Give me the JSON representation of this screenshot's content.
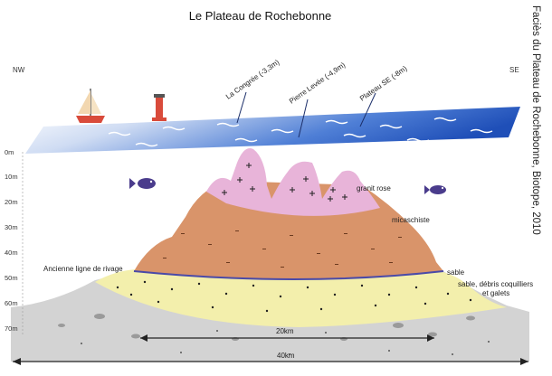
{
  "title": "Le Plateau de Rochebonne",
  "side_caption": "Faciès du Plateau de Rochebonne, Biotope, 2010",
  "directions": {
    "left": "NW",
    "right": "SE"
  },
  "depth_ticks": [
    "0m",
    "10m",
    "20m",
    "30m",
    "40m",
    "50m",
    "60m",
    "70m"
  ],
  "shoals": [
    "La Congrée (-3,3m)",
    "Pierre Levée (-4,9m)",
    "Plateau SE (-8m)"
  ],
  "layers": {
    "granite": "granit rose",
    "schist": "micaschiste",
    "sand": "sable",
    "sand_debris_line1": "sable, débris coquilliers",
    "sand_debris_line2": "et galets"
  },
  "shoreline": "Ancienne ligne de rivage",
  "scales": {
    "inner": "20km",
    "outer": "40km"
  },
  "colors": {
    "sea_dark": "#1f4fb8",
    "granite": "#e8b4d9",
    "schist": "#d9946a",
    "sand": "#f3efac",
    "seabed": "#d3d3d3",
    "shoreline": "#4a4aa8"
  }
}
